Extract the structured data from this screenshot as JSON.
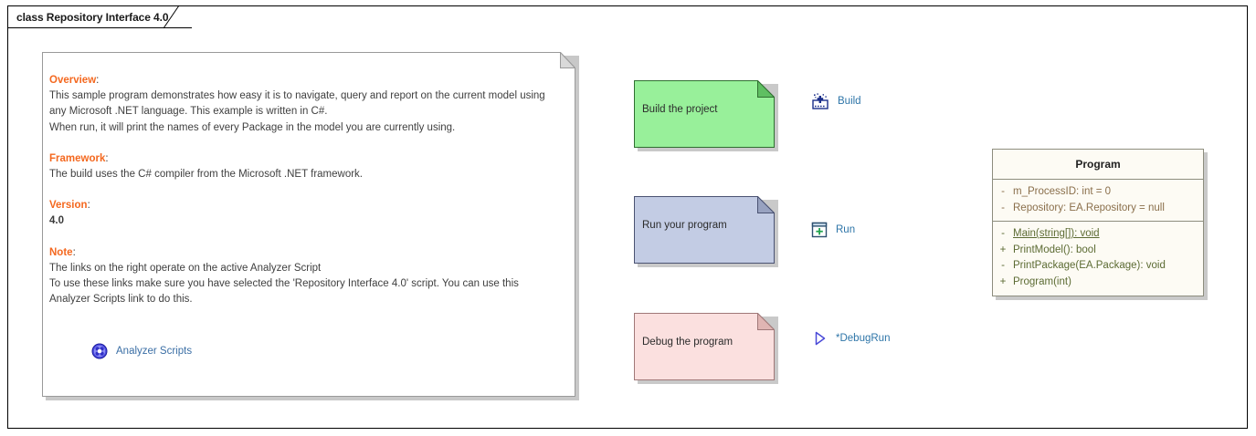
{
  "frame": {
    "title": "class Repository Interface 4.0"
  },
  "overview_note": {
    "sections": [
      {
        "heading": "Overview",
        "lines": [
          "This sample program demonstrates how easy it is to navigate, query and report on the current model using",
          "any Microsoft .NET language. This example is written in C#.",
          "When run, it will print the names of every Package in the model you are currently using."
        ]
      },
      {
        "heading": "Framework",
        "lines": [
          "The build uses the C# compiler from the Microsoft .NET framework."
        ]
      },
      {
        "heading": "Version",
        "lines": [
          "4.0"
        ],
        "bold_lines": true
      },
      {
        "heading": "Note",
        "lines": [
          "The links on the right operate on the active Analyzer Script",
          "To use these links make sure you have selected the 'Repository Interface 4.0' script. You can use this",
          "Analyzer Scripts link to do this."
        ]
      }
    ],
    "link": {
      "label": "Analyzer Scripts",
      "icon": "analyzer-scripts-icon"
    }
  },
  "actions": [
    {
      "note_label": "Build the project",
      "note_fill": "#98F09A",
      "note_border": "#2f6f30",
      "note_fold": "#5fbf62",
      "link_label": "Build",
      "link_icon": "build-icon"
    },
    {
      "note_label": "Run your program",
      "note_fill": "#C3CCE4",
      "note_border": "#4a5272",
      "note_fold": "#98a2c0",
      "link_label": "Run",
      "link_icon": "run-icon"
    },
    {
      "note_label": "Debug the program",
      "note_fill": "#FBE0DF",
      "note_border": "#a07878",
      "note_fold": "#e0b5b3",
      "link_label": "*DebugRun",
      "link_icon": "debug-run-icon"
    }
  ],
  "class_box": {
    "name": "Program",
    "attributes": [
      {
        "visibility": "-",
        "text": "m_ProcessID: int = 0",
        "static": false
      },
      {
        "visibility": "-",
        "text": "Repository: EA.Repository = null",
        "static": false
      }
    ],
    "operations": [
      {
        "visibility": "-",
        "text": "Main(string[]): void",
        "static": true
      },
      {
        "visibility": "+",
        "text": "PrintModel(): bool",
        "static": false
      },
      {
        "visibility": "-",
        "text": "PrintPackage(EA.Package): void",
        "static": false
      },
      {
        "visibility": "+",
        "text": "Program(int)",
        "static": false
      }
    ]
  },
  "colors": {
    "heading_accent": "#F4681F",
    "link_blue": "#3A6EA5",
    "attribute_text": "#8a6f4b",
    "operation_text": "#5c6b33",
    "class_fill": "#FDFBF4"
  }
}
